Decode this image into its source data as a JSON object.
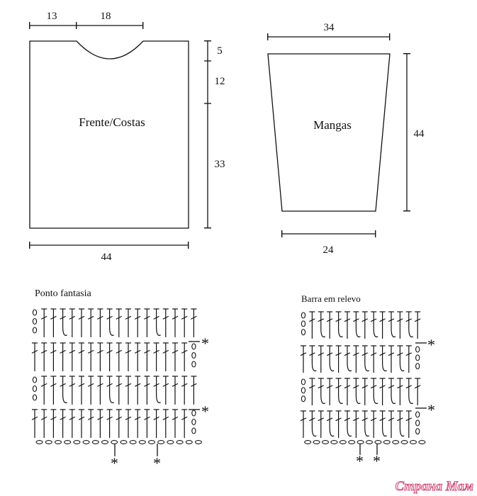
{
  "schematic": {
    "front_back": {
      "label": "Frente/Costas",
      "dim_side": "13",
      "dim_neck": "18",
      "dim_shoulder": "5",
      "dim_armhole": "12",
      "dim_body": "33",
      "dim_width": "44"
    },
    "sleeve": {
      "label": "Mangas",
      "dim_top": "34",
      "dim_height": "44",
      "dim_bottom": "24"
    }
  },
  "charts": {
    "ponto_fantasia": {
      "title": "Ponto fantasia",
      "rows": 4,
      "stitches": 17
    },
    "barra_relevo": {
      "title": "Barra em relevo",
      "rows": 4,
      "stitches": 13
    },
    "repeat_mark": "*"
  },
  "watermark": "Страна Мам"
}
